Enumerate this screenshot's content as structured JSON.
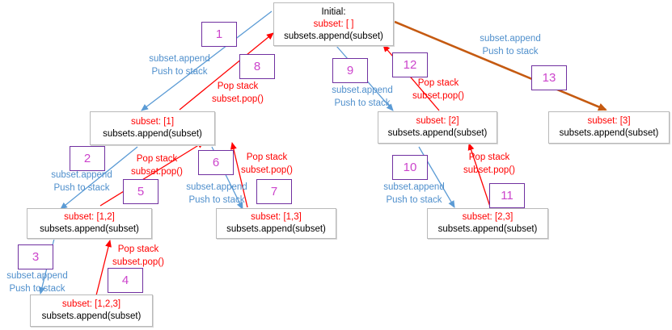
{
  "colors": {
    "push": "#5b9bd5",
    "pop": "#ff0000",
    "accent": "#c55a11",
    "step": "#7030a0"
  },
  "nodes": {
    "root": {
      "title": "Initial:",
      "subset": "subset: [ ]",
      "call": "subsets.append(subset)"
    },
    "n1": {
      "subset": "subset: [1]",
      "call": "subsets.append(subset)"
    },
    "n12": {
      "subset": "subset: [1,2]",
      "call": "subsets.append(subset)"
    },
    "n123": {
      "subset": "subset: [1,2,3]",
      "call": "subsets.append(subset)"
    },
    "n13": {
      "subset": "subset: [1,3]",
      "call": "subsets.append(subset)"
    },
    "n2": {
      "subset": "subset: [2]",
      "call": "subsets.append(subset)"
    },
    "n23": {
      "subset": "subset: [2,3]",
      "call": "subsets.append(subset)"
    },
    "n3": {
      "subset": "subset: [3]",
      "call": "subsets.append(subset)"
    }
  },
  "steps": [
    "1",
    "2",
    "3",
    "4",
    "5",
    "6",
    "7",
    "8",
    "9",
    "10",
    "11",
    "12",
    "13"
  ],
  "labels": {
    "push_line1": "subset.append",
    "push_line2": "Push to stack",
    "pop_line1": "Pop stack",
    "pop_line2": "subset.pop()"
  }
}
